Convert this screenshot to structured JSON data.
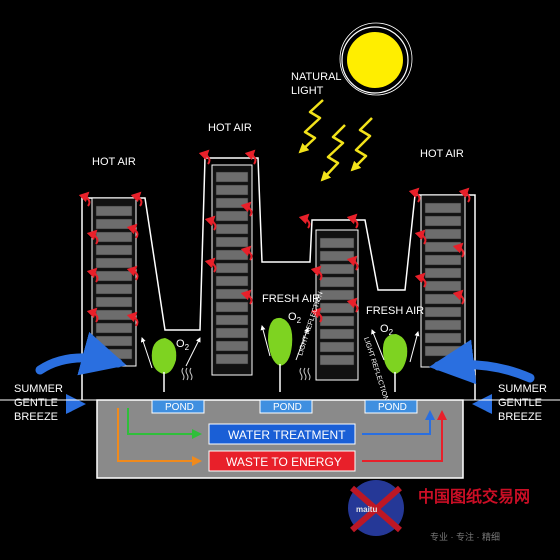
{
  "labels": {
    "natural_light_1": "NATURAL",
    "natural_light_2": "LIGHT",
    "hot_air_left": "HOT AIR",
    "hot_air_mid": "HOT AIR",
    "hot_air_right": "HOT AIR",
    "fresh_air_left": "FRESH AIR",
    "fresh_air_right": "FRESH AIR",
    "o2_1": "O2",
    "o2_2": "O2",
    "o2_3": "O2",
    "light_reflection_left": "LIGHT REFLECTION",
    "light_reflection_right": "LIGHT REFLECTION",
    "breeze_left_1": "SUMMER",
    "breeze_left_2": "GENTLE",
    "breeze_left_3": "BREEZE",
    "breeze_right_1": "SUMMER",
    "breeze_right_2": "GENTLE",
    "breeze_right_3": "BREEZE",
    "pond_1": "POND",
    "pond_2": "POND",
    "pond_3": "POND",
    "water_treatment": "WATER TREATMENT",
    "waste_to_energy": "WASTE TO ENERGY"
  },
  "colors": {
    "background": "#000000",
    "sun": "#ffee00",
    "light_arrow": "#f2e21a",
    "hot_air_arrow": "#e8202a",
    "tree": "#7ed321",
    "water_band": "#1a5fd6",
    "energy_band": "#e8202a",
    "pond": "#3f8fe0",
    "building": "#6d6d6d",
    "basement": "#8a8a8a",
    "green_arrow": "#2fbf3a",
    "orange_arrow": "#f08a1c",
    "breeze_arrow": "#2a6fe0"
  },
  "watermark": {
    "site": "中国图纸交易网",
    "logo": "maitu",
    "footer": "专业 · 专注 · 精细"
  }
}
